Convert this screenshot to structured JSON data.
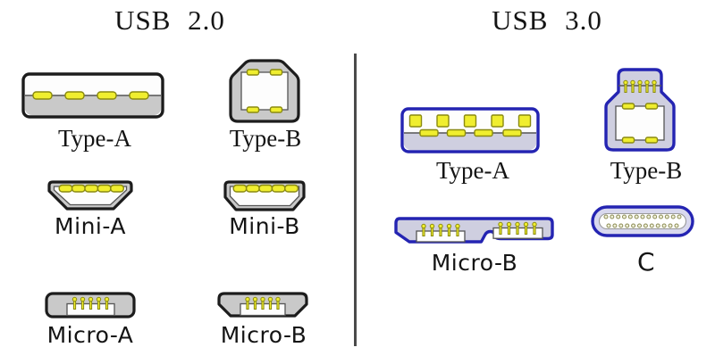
{
  "colors": {
    "white": "#fdfdfd",
    "text": "#141414",
    "divider": "#4a4a4a",
    "inner-line": "#555555",
    "usb2-outline": "#1c1c1c",
    "usb2-gray": "#c9c9c9",
    "usb3-outline": "#2424b2",
    "usb3-gray": "#cfcfe0",
    "usbc-fill": "#d8d8ee",
    "pad-yellow": "#f0ee2f",
    "pad-outline": "#8a8a10",
    "scallop-fill": "#f0f0d8",
    "scallop-line": "#8b8b55"
  },
  "sections": {
    "usb2": {
      "title": "USB 2.0",
      "connectors": [
        {
          "label": "Type-A"
        },
        {
          "label": "Type-B"
        },
        {
          "label": "Mini-A"
        },
        {
          "label": "Mini-B"
        },
        {
          "label": "Micro-A"
        },
        {
          "label": "Micro-B"
        }
      ]
    },
    "usb3": {
      "title": "USB 3.0",
      "connectors": [
        {
          "label": "Type-A"
        },
        {
          "label": "Type-B"
        },
        {
          "label": "Micro-B"
        },
        {
          "label": "C"
        }
      ]
    }
  }
}
